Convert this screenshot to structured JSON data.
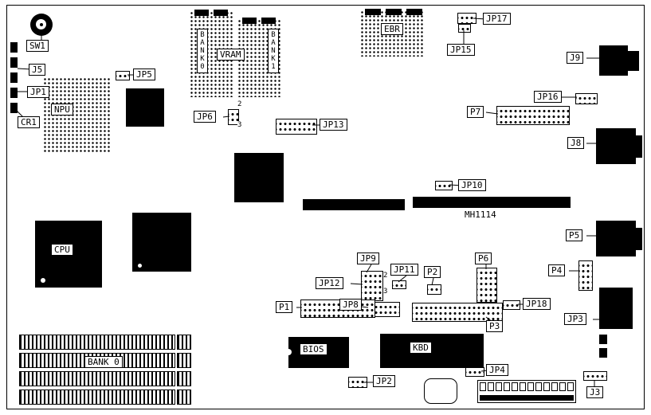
{
  "diagram": {
    "type": "motherboard-layout",
    "colors": {
      "board": "#ffffff",
      "component": "#000000"
    },
    "chip_labels": {
      "npu": "NPU",
      "cpu": "CPU",
      "vram": "VRAM",
      "vram_bank0": "BANK0",
      "vram_bank1": "BANK1",
      "ebr": "EBR",
      "bios": "BIOS",
      "kbd": "KBD",
      "mh1114": "MH1114",
      "mem_bank0": "BANK 0"
    },
    "connector_labels": {
      "sw1": "SW1",
      "j5": "J5",
      "jp1": "JP1",
      "cr1": "CR1",
      "jp5": "JP5",
      "jp6": "JP6",
      "jp13": "JP13",
      "jp17": "JP17",
      "jp15": "JP15",
      "j9": "J9",
      "jp16": "JP16",
      "p7": "P7",
      "j8": "J8",
      "jp10": "JP10",
      "p5": "P5",
      "p4": "P4",
      "jp9": "JP9",
      "jp11": "JP11",
      "p2": "P2",
      "p6": "P6",
      "jp12": "JP12",
      "p1": "P1",
      "jp8": "JP8",
      "jp18": "JP18",
      "p3": "P3",
      "jp3": "JP3",
      "jp2": "JP2",
      "jp4": "JP4",
      "j3": "J3"
    },
    "pin_numbers": {
      "jp6_top": "2",
      "jp6_bottom": "3",
      "jp12_top": "2",
      "jp12_bottom": "3"
    }
  }
}
